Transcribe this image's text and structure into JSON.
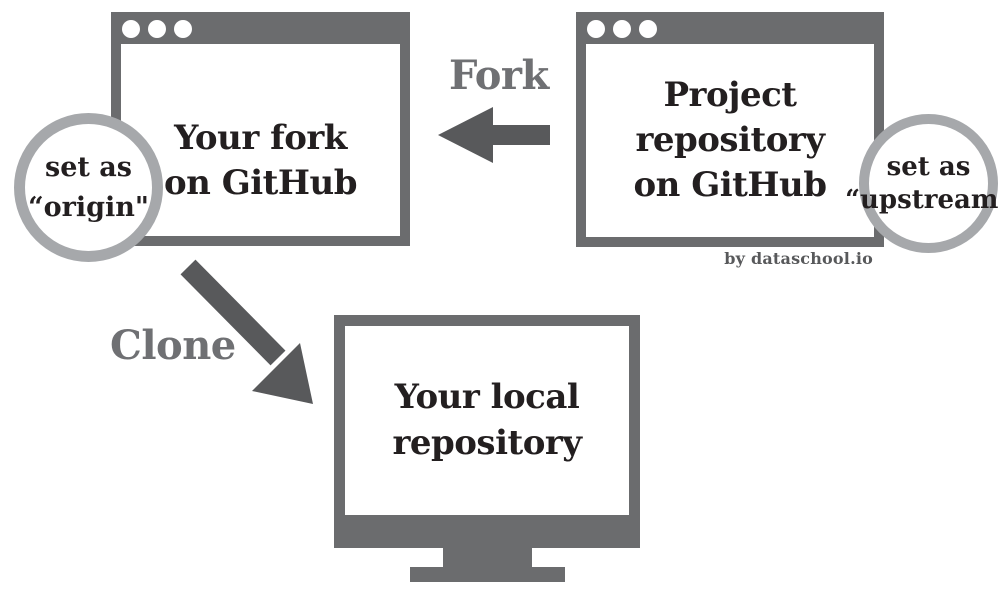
{
  "fork_window": {
    "line1": "Your fork",
    "line2": "on GitHub"
  },
  "project_window": {
    "line1": "Project",
    "line2": "repository",
    "line3": "on GitHub"
  },
  "monitor": {
    "line1": "Your local",
    "line2": "repository"
  },
  "origin_badge": {
    "line1": "set as",
    "line2": "“origin\""
  },
  "upstream_badge": {
    "line1": "set as",
    "line2": "“upstream\""
  },
  "labels": {
    "fork": "Fork",
    "clone": "Clone"
  },
  "credit": "by dataschool.io",
  "colors": {
    "window_frame": "#6b6c6e",
    "arrow": "#58595b",
    "flow_label": "#6f7073",
    "badge_ring": "#a6a8ab",
    "ink": "#231f20",
    "background": "#ffffff"
  }
}
